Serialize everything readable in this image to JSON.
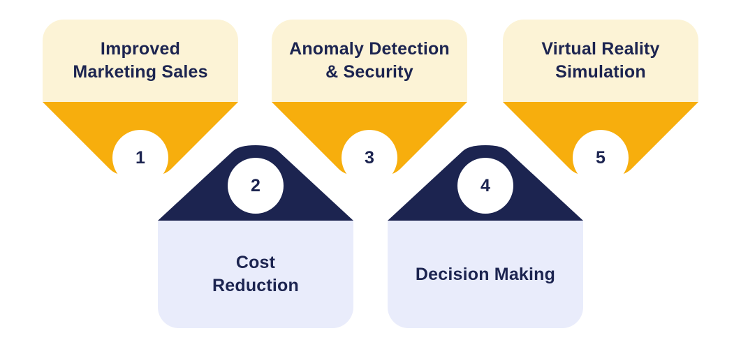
{
  "colors": {
    "yellow_light": "#fcf3d6",
    "yellow": "#f7ae0d",
    "navy": "#1c2450",
    "blue_light": "#e9ecfb",
    "circle": "#ffffff"
  },
  "items": [
    {
      "number": "1",
      "label": "Improved\nMarketing Sales"
    },
    {
      "number": "2",
      "label": "Cost\nReduction"
    },
    {
      "number": "3",
      "label": "Anomaly Detection\n& Security"
    },
    {
      "number": "4",
      "label": "Decision Making"
    },
    {
      "number": "5",
      "label": "Virtual Reality\nSimulation"
    }
  ]
}
